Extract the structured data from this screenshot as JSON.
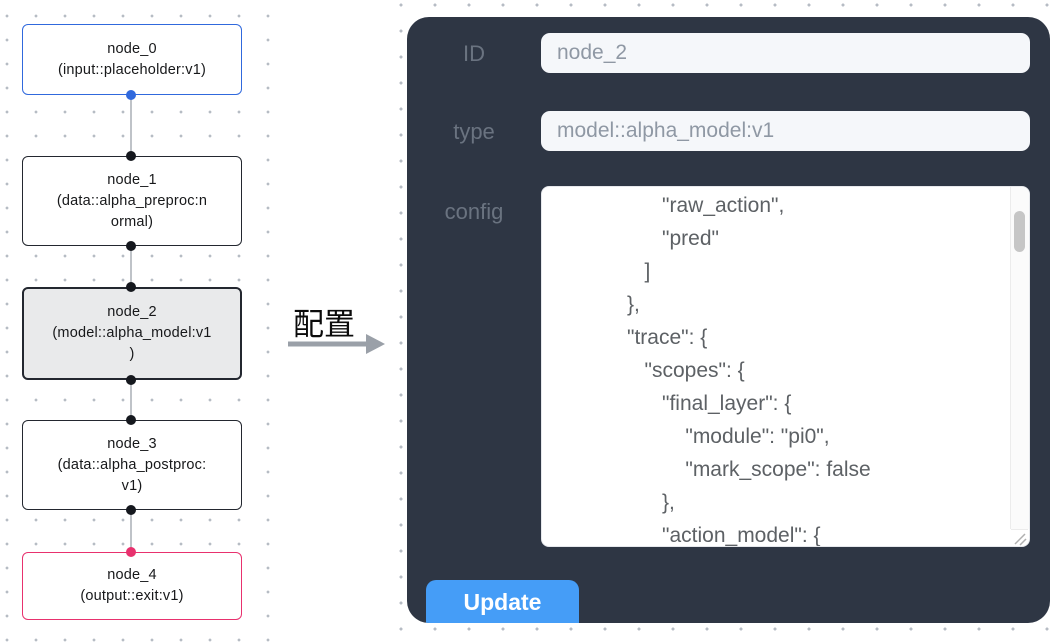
{
  "canvas": {
    "nodes": [
      {
        "id": "node_0",
        "type": "input::placeholder:v1",
        "lines": [
          "node_0",
          "(input::placeholder:v1)"
        ],
        "state": "input"
      },
      {
        "id": "node_1",
        "type": "data::alpha_preproc:normal",
        "lines": [
          "node_1",
          "(data::alpha_preproc:n",
          "ormal)"
        ],
        "state": "default"
      },
      {
        "id": "node_2",
        "type": "model::alpha_model:v1",
        "lines": [
          "node_2",
          "(model::alpha_model:v1",
          ")"
        ],
        "state": "selected"
      },
      {
        "id": "node_3",
        "type": "data::alpha_postproc:v1",
        "lines": [
          "node_3",
          "(data::alpha_postproc:",
          "v1)"
        ],
        "state": "default"
      },
      {
        "id": "node_4",
        "type": "output::exit:v1",
        "lines": [
          "node_4",
          "(output::exit:v1)"
        ],
        "state": "output"
      }
    ],
    "annotation_label": "配置"
  },
  "panel": {
    "id_field": {
      "label": "ID",
      "value": "node_2"
    },
    "type_field": {
      "label": "type",
      "value": "model::alpha_model:v1"
    },
    "config_field": {
      "label": "config",
      "text": "                  \"raw_action\",\n                  \"pred\"\n               ]\n            },\n            \"trace\": {\n               \"scopes\": {\n                  \"final_layer\": {\n                      \"module\": \"pi0\",\n                      \"mark_scope\": false\n                  },\n                  \"action_model\": {"
    },
    "update_label": "Update"
  },
  "colors": {
    "panel_bg": "#2e3644",
    "button_blue": "#459df7",
    "input_node_border": "#3069dd",
    "output_node_border": "#e8316e",
    "default_node_border": "#23272f",
    "selected_node_bg": "#e9eaeb",
    "edge_gray": "#bfc3c8"
  }
}
